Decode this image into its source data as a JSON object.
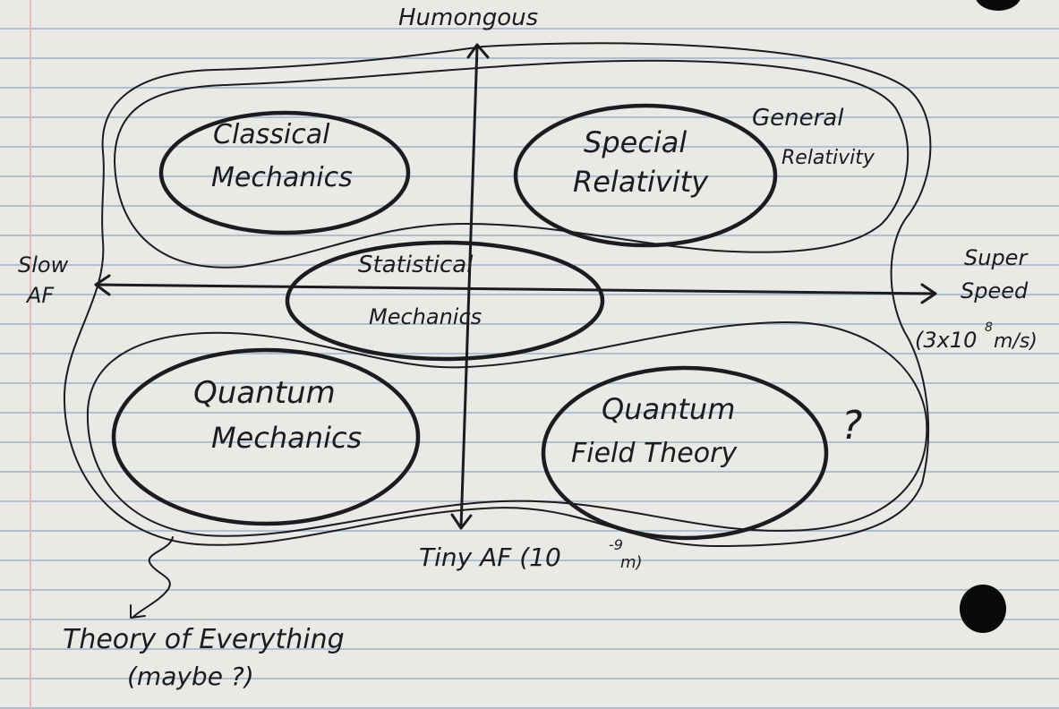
{
  "axes": {
    "y_top": "Humongous",
    "y_bottom": "Tiny AF (10",
    "y_bottom_exp": "-9",
    "y_bottom_unit": "m)",
    "x_left_line1": "Slow",
    "x_left_line2": "AF",
    "x_right_line1": "Super",
    "x_right_line2": "Speed",
    "x_right_line3": "(3x10",
    "x_right_exp": "8",
    "x_right_line3b": "m/s)"
  },
  "regions": {
    "classical_line1": "Classical",
    "classical_line2": "Mechanics",
    "special_line1": "Special",
    "special_line2": "Relativity",
    "general_line1": "General",
    "general_line2": "Relativity",
    "statistical_line1": "Statistical",
    "statistical_line2": "Mechanics",
    "quantum_line1": "Quantum",
    "quantum_line2": "Mechanics",
    "qft_line1": "Quantum",
    "qft_line2": "Field Theory",
    "question_mark": "?"
  },
  "annotation": {
    "toe_line1": "Theory of Everything",
    "toe_line2": "(maybe ?)"
  },
  "colors": {
    "ink": "#1c1b1f",
    "paper": "#e9e9e6",
    "rule_line": "#aebfcf"
  }
}
